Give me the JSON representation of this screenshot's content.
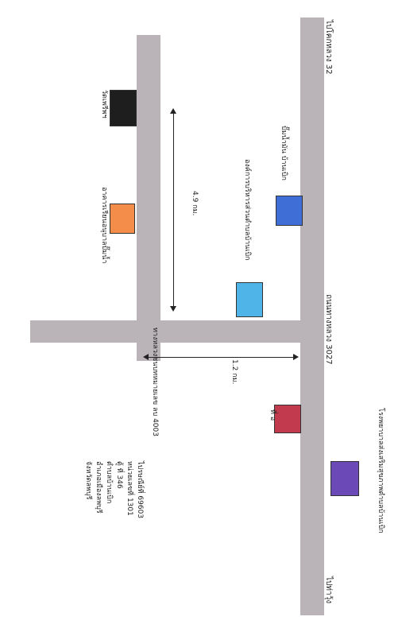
{
  "roads": {
    "main_north_label": "ไปโคกหลวง 32",
    "main_south_label": "ไปท่าวุ้ง",
    "main_junction_label": "ถนนทางหลวง 3027",
    "side_road_label": "ทางหลวงชนบทหมายเลข ลบ 4003"
  },
  "distances": {
    "long": "4.9 กม.",
    "short": "1.2 กม."
  },
  "places": {
    "black": {
      "name": "วัดเพรีพฯ",
      "color": "#1e1e1e"
    },
    "orange": {
      "name": "อาคารเรียนอนุบาลปั๊มน้ำ",
      "color": "#f48c4a"
    },
    "blue": {
      "name": "ปั๊มน้ำมัน บ้านเบิก",
      "color": "#3f6fd6"
    },
    "lightblue": {
      "name": "องค์การบริหารส่วนตำบลบ้านเบิก",
      "color": "#4fb4e8"
    },
    "red": {
      "name": "ที่ อ",
      "color": "#c23a4e"
    },
    "purple": {
      "name": "โรงพยาบาลส่งเสริมสุขภาพตำบลบ้านเบิก",
      "color": "#6b49b7"
    }
  },
  "address": {
    "lines": [
      "ไปรษณีย์ที่ 69603",
      "หน่วยเลขที่ 1301",
      "ตู้ ที่ 346",
      "ตำบลบ้านเบิก",
      "อำเภอเมืองลพบุรี",
      "จังหวัดลพบุรี"
    ]
  },
  "colors": {
    "road": "#bab3b8"
  }
}
